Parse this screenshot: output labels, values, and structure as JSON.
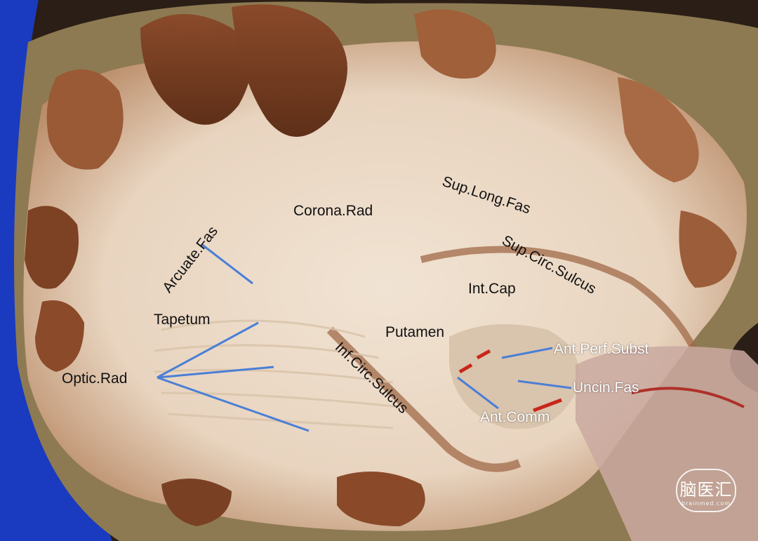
{
  "labels": {
    "arcuate_fas": "Arcuate.Fas",
    "corona_rad": "Corona.Rad",
    "sup_long_fas": "Sup.Long.Fas",
    "sup_circ_sulcus": "Sup.Circ.Sulcus",
    "int_cap": "Int.Cap",
    "tapetum": "Tapetum",
    "putamen": "Putamen",
    "optic_rad": "Optic.Rad",
    "inf_circ_sulcus": "Inf.Circ.Sulcus",
    "ant_perf_subst": "Ant.Perf.Subst",
    "uncin_fas": "Uncin.Fas",
    "ant_comm": "Ant.Comm"
  },
  "watermark": {
    "logo_text": "脑医汇",
    "logo_subtext": "brainmed.com"
  },
  "colors": {
    "pointer_line": "#4a7fd6",
    "label_dark": "#111111",
    "label_light": "#ffffff",
    "drape": "#1a3bbf"
  }
}
